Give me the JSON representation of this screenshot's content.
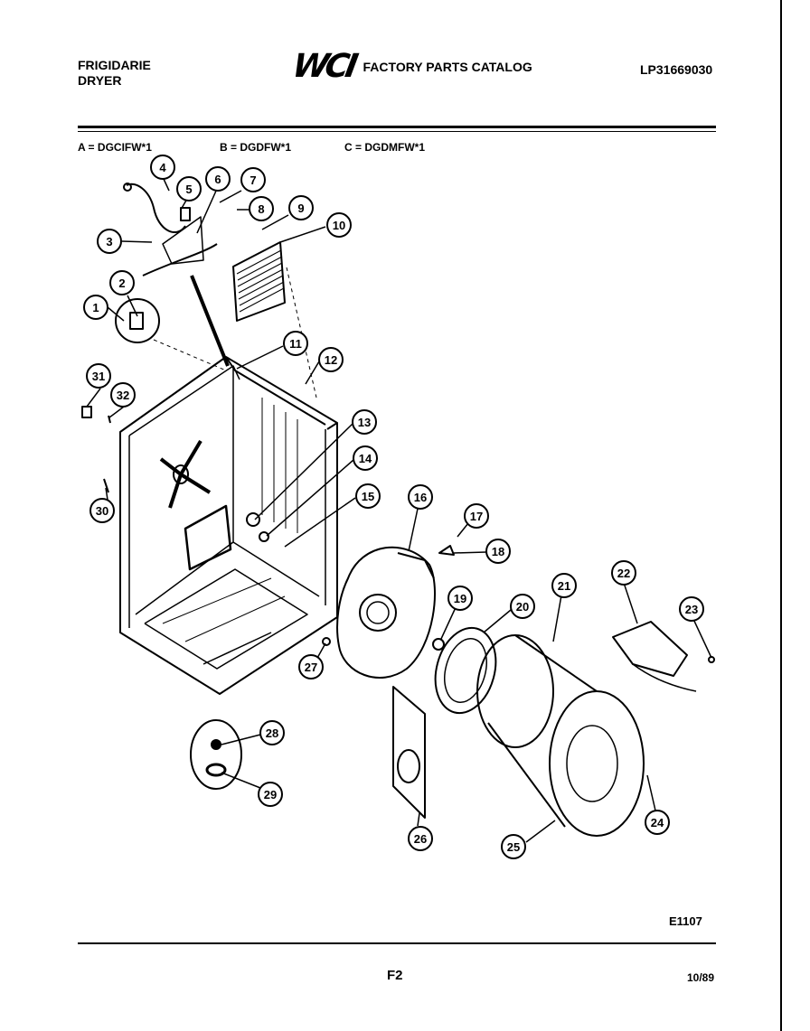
{
  "header": {
    "brand_line1": "FRIGIDARIE",
    "brand_line2": "DRYER",
    "logo": "WCI",
    "catalog_title": "FACTORY PARTS CATALOG",
    "publication_number": "LP31669030"
  },
  "models": [
    {
      "label": "A = DGCIFW*1"
    },
    {
      "label": "B = DGDFW*1"
    },
    {
      "label": "C = DGDMFW*1"
    }
  ],
  "callouts": [
    "1",
    "2",
    "3",
    "4",
    "5",
    "6",
    "7",
    "8",
    "9",
    "10",
    "11",
    "12",
    "13",
    "14",
    "15",
    "16",
    "17",
    "18",
    "19",
    "20",
    "21",
    "22",
    "23",
    "24",
    "25",
    "26",
    "27",
    "28",
    "29",
    "30",
    "31",
    "32"
  ],
  "footer": {
    "figure_code": "E1107",
    "page": "F2",
    "date": "10/89"
  }
}
